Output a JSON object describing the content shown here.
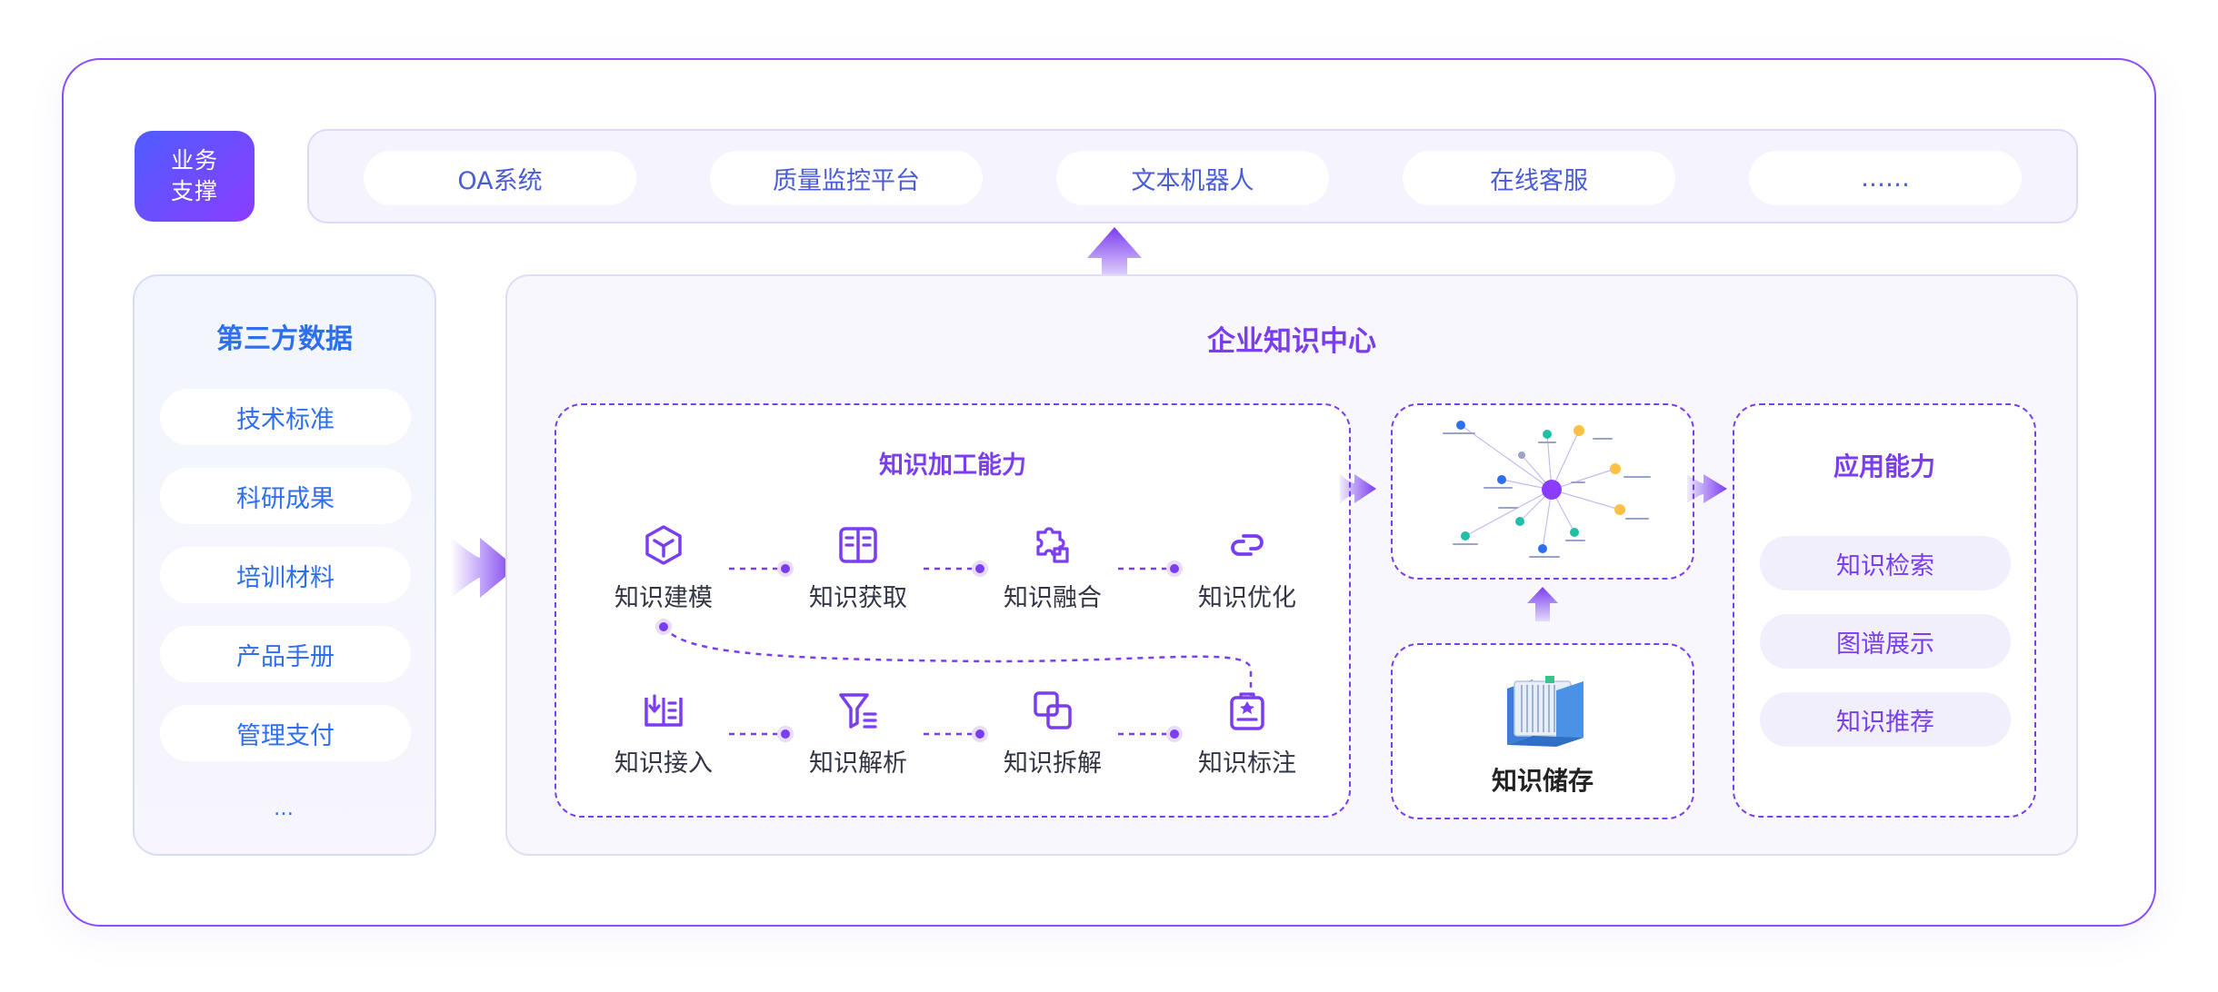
{
  "business": {
    "badge_line1": "业务",
    "badge_line2": "支撑",
    "items": [
      "OA系统",
      "质量监控平台",
      "文本机器人",
      "在线客服",
      "……"
    ]
  },
  "third_party": {
    "title": "第三方数据",
    "items": [
      "技术标准",
      "科研成果",
      "培训材料",
      "产品手册",
      "管理支付"
    ],
    "more": "…"
  },
  "knowledge_center": {
    "title": "企业知识中心",
    "processing": {
      "title": "知识加工能力",
      "row1": [
        {
          "label": "知识建模",
          "icon": "cube-icon"
        },
        {
          "label": "知识获取",
          "icon": "book-grid-icon"
        },
        {
          "label": "知识融合",
          "icon": "puzzle-icon"
        },
        {
          "label": "知识优化",
          "icon": "link-icon"
        }
      ],
      "row2": [
        {
          "label": "知识接入",
          "icon": "import-book-icon"
        },
        {
          "label": "知识解析",
          "icon": "filter-list-icon"
        },
        {
          "label": "知识拆解",
          "icon": "split-squares-icon"
        },
        {
          "label": "知识标注",
          "icon": "clipboard-tag-icon"
        }
      ]
    },
    "storage": {
      "label": "知识储存",
      "icon": "folder-files-icon"
    },
    "graph": {
      "icon": "knowledge-graph-icon"
    },
    "application": {
      "title": "应用能力",
      "items": [
        "知识检索",
        "图谱展示",
        "知识推荐"
      ]
    }
  },
  "colors": {
    "accent_purple": "#7a3df0",
    "accent_blue": "#2e6ff0",
    "business_text": "#4a5cd6",
    "frame_border": "#8a4dff"
  }
}
